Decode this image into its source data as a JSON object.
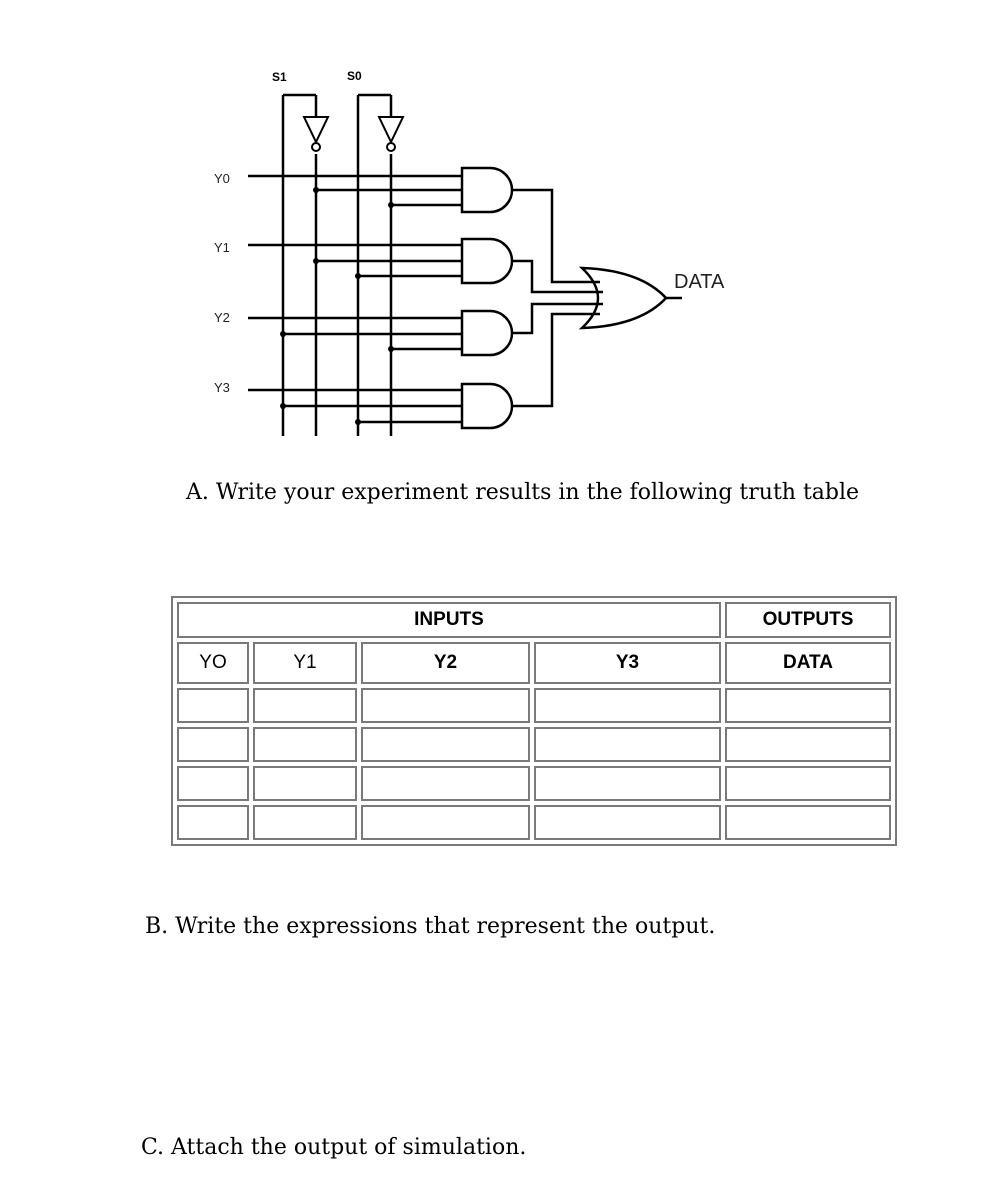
{
  "circuit": {
    "select_labels": [
      "S1",
      "S0"
    ],
    "data_inputs": [
      "Y0",
      "Y1",
      "Y2",
      "Y3"
    ],
    "output_label": "DATA"
  },
  "section_a": {
    "heading": "A. Write your experiment results in the following truth table"
  },
  "truth_table": {
    "group_headers": {
      "inputs": "INPUTS",
      "outputs": "OUTPUTS"
    },
    "columns": [
      "YO",
      "Y1",
      "Y2",
      "Y3",
      "DATA"
    ],
    "rows": [
      [
        "",
        "",
        "",
        "",
        ""
      ],
      [
        "",
        "",
        "",
        "",
        ""
      ],
      [
        "",
        "",
        "",
        "",
        ""
      ],
      [
        "",
        "",
        "",
        "",
        ""
      ]
    ]
  },
  "section_b": {
    "heading": "B. Write the expressions that  represent the  output."
  },
  "section_c": {
    "heading": "C. Attach the output of simulation."
  }
}
